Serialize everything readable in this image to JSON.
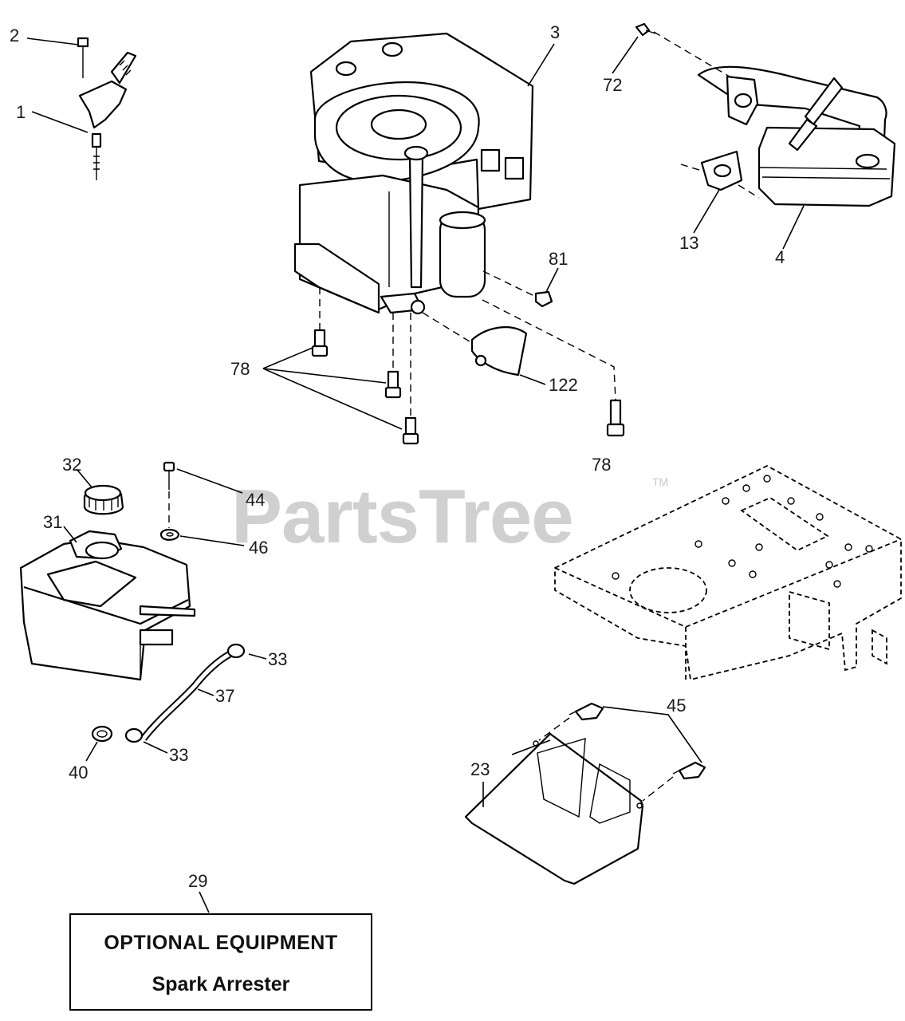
{
  "watermark": {
    "brand": "PartsTree",
    "trademark": "TM"
  },
  "callouts": {
    "c1": "1",
    "c2": "2",
    "c3": "3",
    "c4": "4",
    "c13": "13",
    "c72": "72",
    "c81": "81",
    "c78a": "78",
    "c78b": "78",
    "c122": "122",
    "c32": "32",
    "c31": "31",
    "c44": "44",
    "c46": "46",
    "c33a": "33",
    "c33b": "33",
    "c37": "37",
    "c40": "40",
    "c45": "45",
    "c23": "23",
    "c29": "29"
  },
  "optional_box": {
    "title": "OPTIONAL EQUIPMENT",
    "subtitle": "Spark Arrester"
  }
}
